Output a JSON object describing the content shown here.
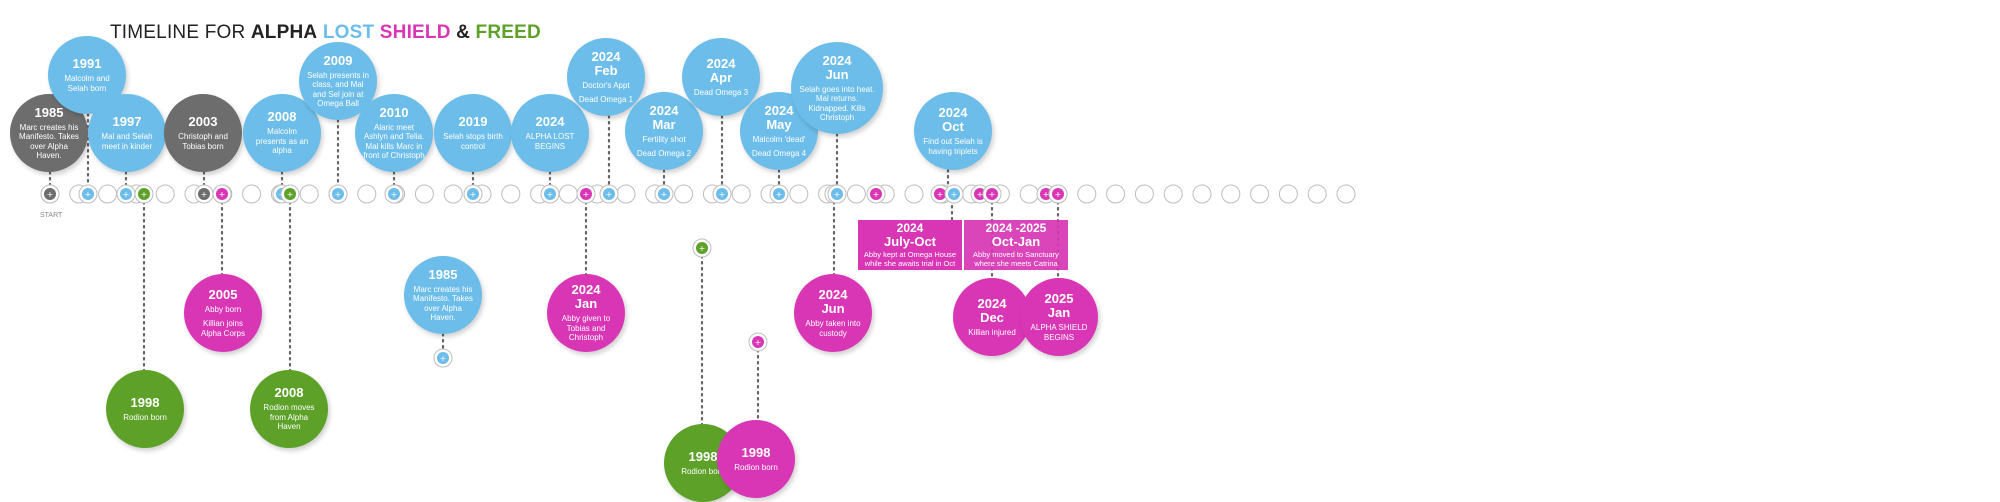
{
  "title": {
    "prefix": "TIMELINE FOR ",
    "alpha": "ALPHA",
    "lost": "LOST",
    "shield": "SHIELD",
    "amp": "&",
    "freed": "FREED"
  },
  "start_label": "START",
  "colors": {
    "blue": "#6cbde9",
    "gray": "#6d6d6d",
    "green": "#5ea129",
    "pink": "#d936b5",
    "title_lost": "#6cbde9",
    "title_shield": "#d936b5",
    "title_freed": "#5ea129"
  },
  "events": {
    "e1985a": {
      "year": "1985",
      "text": "Marc creates his Manifesto. Takes over Alpha Haven."
    },
    "e1991": {
      "year": "1991",
      "text": "Malcolm and Selah born"
    },
    "e1997": {
      "year": "1997",
      "text": "Mal and Selah meet in kinder"
    },
    "e2003": {
      "year": "2003",
      "text": "Christoph and Tobias born"
    },
    "e2008a": {
      "year": "2008",
      "text": "Malcolm presents as an alpha"
    },
    "e2009": {
      "year": "2009",
      "text": "Selah presents in class, and Mal and Sel join at Omega Ball"
    },
    "e2010": {
      "year": "2010",
      "text": "Alaric meet Ashlyn and Telia. Mal kills Marc in front of Christoph"
    },
    "e2019": {
      "year": "2019",
      "text": "Selah stops birth control"
    },
    "e2024a": {
      "year": "2024",
      "text": "ALPHA LOST BEGINS"
    },
    "e2024feb": {
      "year": "2024",
      "month": "Feb",
      "text": "Doctor's Appt",
      "text2": "Dead Omega 1"
    },
    "e2024mar": {
      "year": "2024",
      "month": "Mar",
      "text": "Fertility shot",
      "text2": "Dead Omega 2"
    },
    "e2024apr": {
      "year": "2024",
      "month": "Apr",
      "text": "Dead Omega 3"
    },
    "e2024may": {
      "year": "2024",
      "month": "May",
      "text": "Malcolm 'dead'",
      "text2": "Dead Omega 4"
    },
    "e2024jun": {
      "year": "2024",
      "month": "Jun",
      "text": "Selah goes into heat. Mal returns. Kidnapped. Kills Christoph"
    },
    "e2024oct": {
      "year": "2024",
      "month": "Oct",
      "text": "Find out Selah is having triplets"
    },
    "e2005": {
      "year": "2005",
      "text": "Abby born",
      "text2": "Killian joins Alpha Corps"
    },
    "e1998a": {
      "year": "1998",
      "text": "Rodion born"
    },
    "e2008b": {
      "year": "2008",
      "text": "Rodion moves from Alpha Haven"
    },
    "e1985b": {
      "year": "1985",
      "text": "Marc creates his Manifesto. Takes over Alpha Haven."
    },
    "e2024jan": {
      "year": "2024",
      "month": "Jan",
      "text": "Abby given to Tobias and Christoph"
    },
    "e1998b": {
      "year": "1998",
      "text": "Rodion born"
    },
    "e1998c": {
      "year": "1998",
      "text": "Rodion born"
    },
    "e2024junp": {
      "year": "2024",
      "month": "Jun",
      "text": "Abby taken into custody"
    },
    "e2024dec": {
      "year": "2024",
      "month": "Dec",
      "text": "Killian injured"
    },
    "e2025jan": {
      "year": "2025",
      "month": "Jan",
      "text": "ALPHA SHIELD BEGINS"
    }
  },
  "banners": {
    "julyoct": {
      "year": "2024",
      "month": "July-Oct",
      "text": "Abby kept at Omega House while she awaits trial in Oct"
    },
    "octjan": {
      "year": "2024 -2025",
      "month": "Oct-Jan",
      "text": "Abby moved to Sanctuary where she meets Catrina"
    }
  }
}
